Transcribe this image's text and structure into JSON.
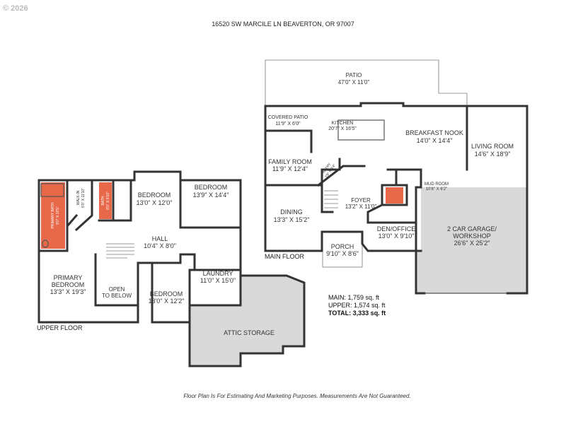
{
  "copyright": "© 2026",
  "address": "16520 SW MARCILE LN BEAVERTON, OR 97007",
  "footer_note": "Floor Plan Is For Estimating And Marketing Purposes. Measurements Are Not Guaranteed.",
  "floors": {
    "upper": "UPPER FLOOR",
    "main": "MAIN FLOOR"
  },
  "totals": {
    "main": "MAIN: 1,759 sq. ft",
    "upper": "UPPER: 1,574 sq. ft",
    "total": "TOTAL: 3,333 sq. ft"
  },
  "colors": {
    "bath_highlight": "#e8684a",
    "garage_fill": "#d9d9d9",
    "wall": "#333333"
  },
  "rooms": {
    "patio": {
      "name": "PATIO",
      "dim": "47'0\" X 11'0\""
    },
    "covered_patio": {
      "name": "COVERED PATIO",
      "dim": "11'9\" X 6'0\""
    },
    "kitchen": {
      "name": "KITCHEN",
      "dim": "20'7\" X 16'5\""
    },
    "breakfast_nook": {
      "name": "BREAKFAST NOOK",
      "dim": "14'0\" X 14'4\""
    },
    "living_room": {
      "name": "LIVING ROOM",
      "dim": "14'6\" X 18'9\""
    },
    "family_room": {
      "name": "FAMILY ROOM",
      "dim": "11'9\" X 12'4\""
    },
    "pantry": {
      "name": "PANTRY",
      "dim": "3'9\" X 3'4\""
    },
    "mud_room": {
      "name": "MUD ROOM",
      "dim": "10'8\" X 6'2\""
    },
    "foyer": {
      "name": "FOYER",
      "dim": "13'2\" X 11'0\""
    },
    "dining": {
      "name": "DINING",
      "dim": "13'3\" X 15'2\""
    },
    "den_office": {
      "name": "DEN/OFFICE",
      "dim": "13'0\" X 9'10\""
    },
    "garage": {
      "name": "2 CAR GARAGE/",
      "name2": "WORKSHOP",
      "dim": "26'6\" X 25'2\""
    },
    "porch": {
      "name": "PORCH",
      "dim": "9'10\" X 8'6\""
    },
    "bedroom_a": {
      "name": "BEDROOM",
      "dim": "13'0\" X 12'0\""
    },
    "bedroom_b": {
      "name": "BEDROOM",
      "dim": "13'9\" X 14'4\""
    },
    "bedroom_c": {
      "name": "BEDROOM",
      "dim": "13'0\" X 12'2\""
    },
    "hall": {
      "name": "HALL",
      "dim": "10'4\" X 8'0\""
    },
    "laundry": {
      "name": "LAUNDRY",
      "dim": "11'0\" X 15'0\""
    },
    "primary_bath": {
      "name": "PRIMARY BATH",
      "dim": "9'0\" X 16'5\""
    },
    "walkin": {
      "name": "WALK-IN",
      "dim": "5'0\" X 11'10\""
    },
    "bath": {
      "name": "BATH",
      "dim": "8'0\" X 5'10\""
    },
    "primary_bedroom": {
      "name": "PRIMARY",
      "name2": "BEDROOM",
      "dim": "13'3\" X 19'3\""
    },
    "open_below": {
      "name": "OPEN",
      "name2": "TO BELOW"
    },
    "attic": {
      "name": "ATTIC STORAGE"
    }
  }
}
